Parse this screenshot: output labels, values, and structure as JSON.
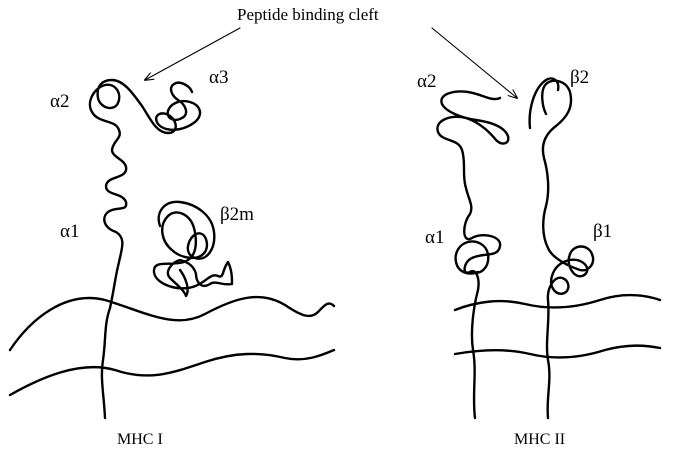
{
  "figure": {
    "title": "Peptide binding cleft",
    "mhc1": {
      "caption": "MHC I",
      "labels": {
        "alpha1": "α1",
        "alpha2": "α2",
        "alpha3": "α3",
        "beta2m": "β2m"
      }
    },
    "mhc2": {
      "caption": "MHC II",
      "labels": {
        "alpha1": "α1",
        "alpha2": "α2",
        "beta1": "β1",
        "beta2": "β2"
      }
    },
    "colors": {
      "line": "#000000",
      "background": "#ffffff"
    }
  }
}
